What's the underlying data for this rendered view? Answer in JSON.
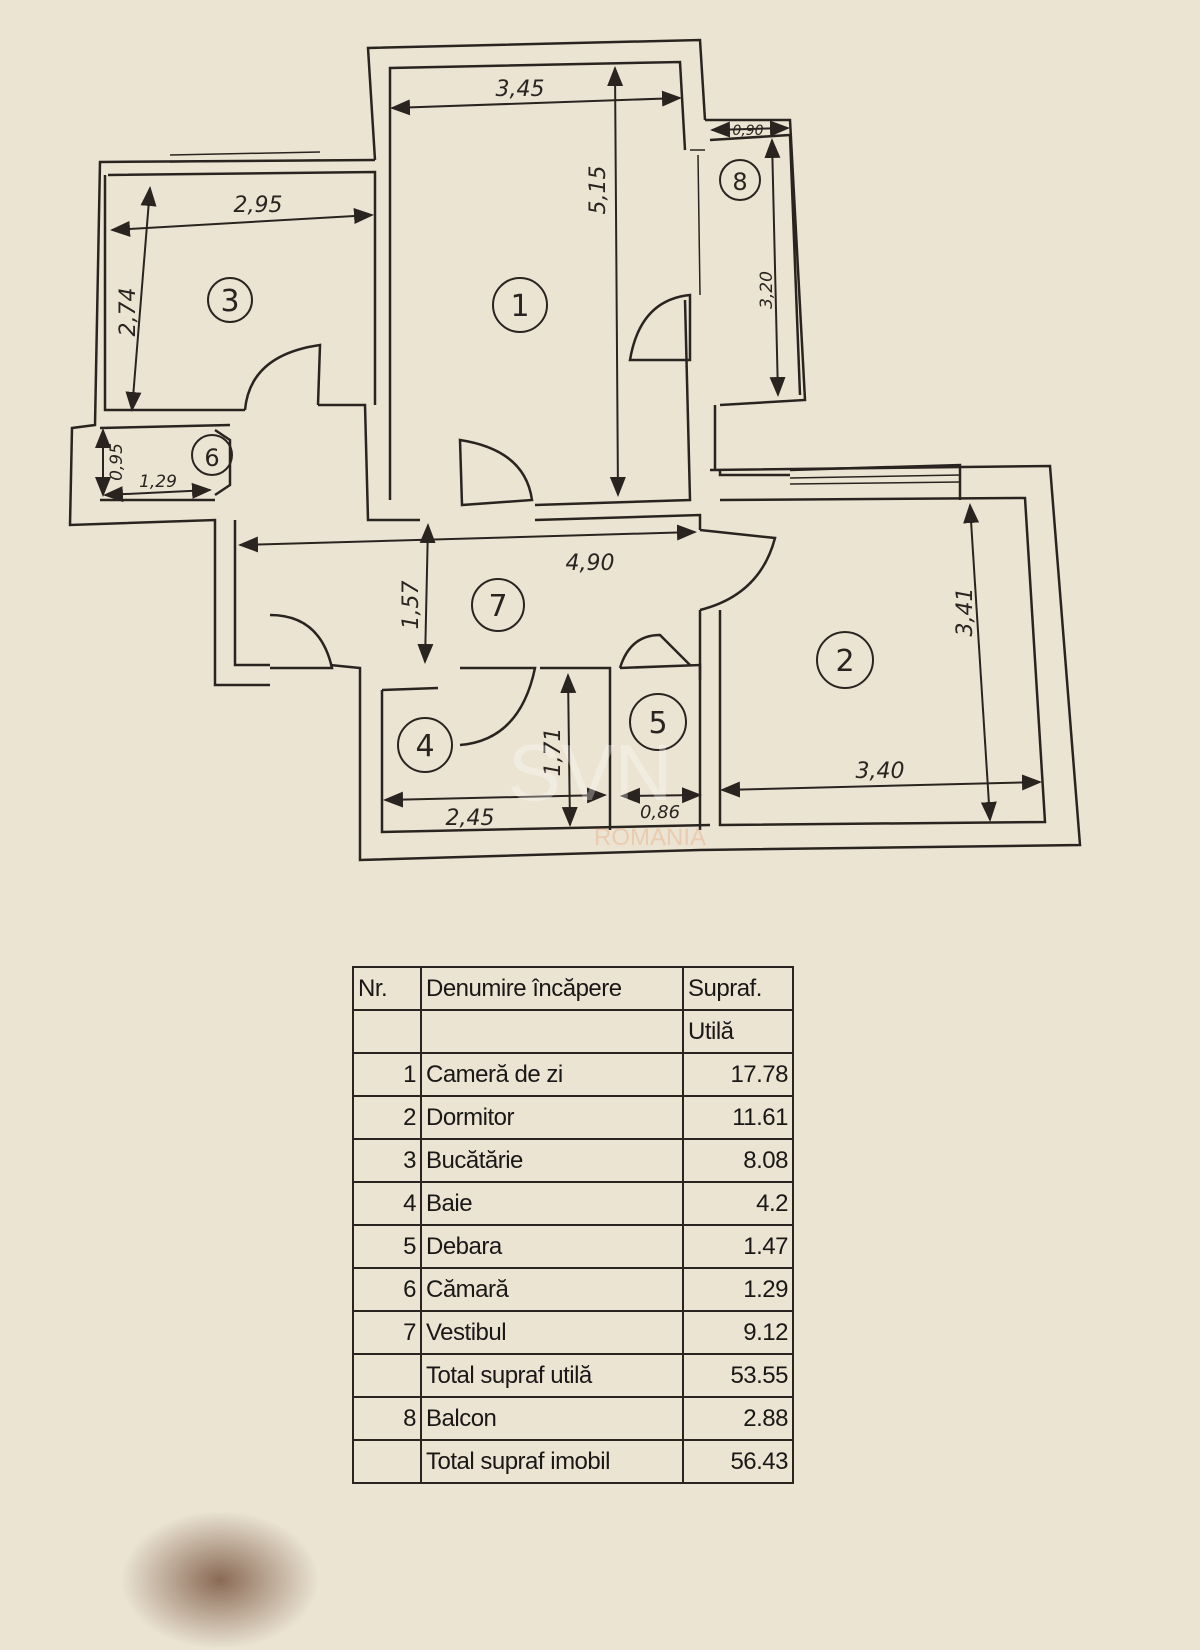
{
  "plan": {
    "rooms": [
      "1",
      "2",
      "3",
      "4",
      "5",
      "6",
      "7",
      "8"
    ],
    "dimensions": {
      "room1_width": "3,45",
      "room1_length": "5,15",
      "room3_width": "2,95",
      "room3_length": "2,74",
      "room6_width": "1,29",
      "room6_length": "0,95",
      "balcony_width": "0,90",
      "balcony_length": "3,20",
      "hall_length": "4,90",
      "hall_width": "1,57",
      "room2_length": "3,41",
      "room2_width": "3,40",
      "room4_width": "2,45",
      "room4_length": "1,71",
      "room5_width": "0,86"
    },
    "watermark": {
      "brand": "SVN",
      "sub": "ROMANIA"
    }
  },
  "table": {
    "headers": [
      "Nr.",
      "Denumire încăpere",
      "Supraf.",
      "",
      "",
      "Utilă"
    ],
    "rows": [
      {
        "nr": "1",
        "name": "Cameră de zi",
        "area": "17.78"
      },
      {
        "nr": "2",
        "name": "Dormitor",
        "area": "11.61"
      },
      {
        "nr": "3",
        "name": "Bucătărie",
        "area": "8.08"
      },
      {
        "nr": "4",
        "name": "Baie",
        "area": "4.2"
      },
      {
        "nr": "5",
        "name": "Debara",
        "area": "1.47"
      },
      {
        "nr": "6",
        "name": "Cămară",
        "area": "1.29"
      },
      {
        "nr": "7",
        "name": "Vestibul",
        "area": "9.12"
      },
      {
        "nr": "",
        "name": "Total supraf utilă",
        "area": "53.55"
      },
      {
        "nr": "8",
        "name": "Balcon",
        "area": "2.88"
      },
      {
        "nr": "",
        "name": "Total supraf imobil",
        "area": "56.43"
      }
    ]
  },
  "colors": {
    "paper": "#ebe4d3",
    "ink": "#2a2420"
  }
}
